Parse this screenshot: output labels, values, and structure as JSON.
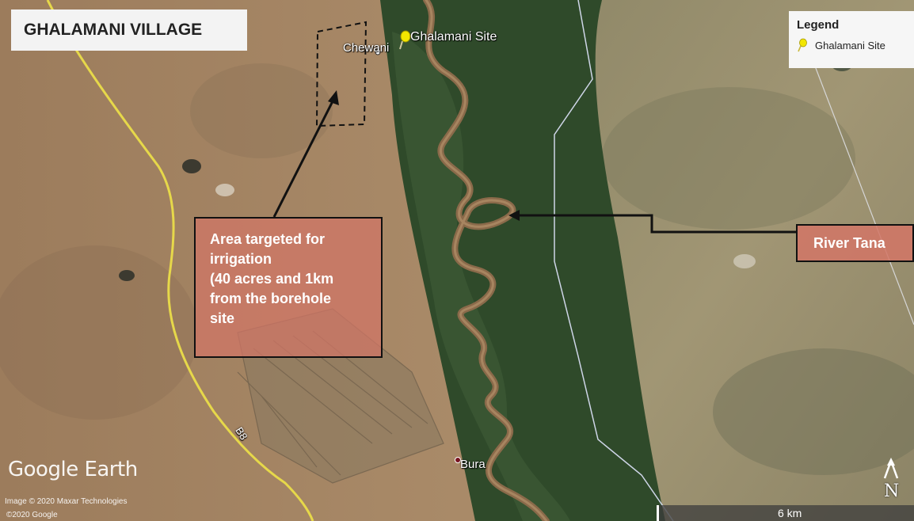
{
  "title": "GHALAMANI VILLAGE",
  "legend": {
    "title": "Legend",
    "items": [
      {
        "label": "Ghalamani Site",
        "icon": "yellow-pushpin-icon",
        "color": "#f2e600"
      }
    ]
  },
  "places": {
    "chewani": "Chewani",
    "ghalamani_site": "Ghalamani Site",
    "bura": "Bura",
    "road_b8": "B8"
  },
  "callouts": {
    "area": "Area targeted for\nirrigation\n(40 acres and 1km\nfrom  the borehole\nsite",
    "river": "River Tana"
  },
  "attribution": {
    "logo": "Google Earth",
    "imagery": "Image © 2020 Maxar Technologies",
    "copyright": "©2020 Google"
  },
  "scale": {
    "label": "6 km"
  },
  "north": "N",
  "colors": {
    "terrain": "#a08363",
    "riverine_forest": "#2f4a2a",
    "river": "#8a6a4a",
    "road": "#e6d84a",
    "boundary": "#cfd6e8",
    "callout_fill": "#d27666"
  }
}
